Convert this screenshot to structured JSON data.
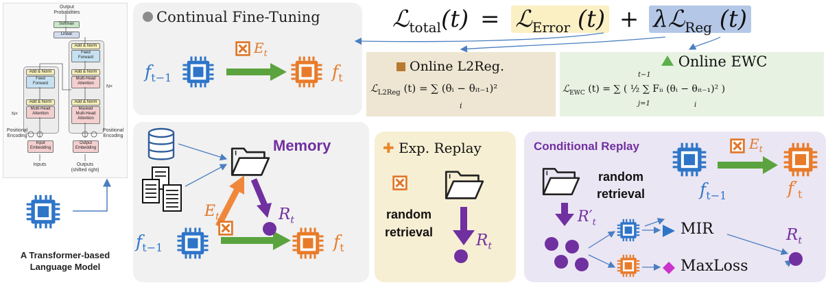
{
  "colors": {
    "panel_gray": "#f1f1f1",
    "panel_tan": "#eee6d2",
    "panel_green": "#e8f2e2",
    "panel_lilac": "#ebe6f3",
    "panel_yellow": "#f7efd3",
    "chip_blue": "#2e75c8",
    "chip_orange": "#e87b2a",
    "purple": "#7030a0",
    "arrow_green": "#5ba33e",
    "arrow_orange": "#f0883c",
    "link_blue": "#4a7ec0",
    "error_highlight": "#fbefc4",
    "reg_highlight": "#b4c7e7"
  },
  "transformer": {
    "output_probabilities": "Output\nProbabilities",
    "softmax": "Softmax",
    "linear": "Linear",
    "add_norm": "Add & Norm",
    "feed_forward": "Feed\nForward",
    "multi_head_attention": "Multi-Head\nAttention",
    "masked_multi_head_attention": "Masked\nMulti-Head\nAttention",
    "nx": "N×",
    "positional_encoding": "Positional\nEncoding",
    "input_embedding": "Input\nEmbedding",
    "output_embedding": "Output\nEmbedding",
    "inputs": "Inputs",
    "outputs": "Outputs\n(shifted right)",
    "caption": "A Transformer-based\nLanguage Model"
  },
  "continual": {
    "title": "Continual Fine-Tuning",
    "f_prev": "f",
    "f_prev_sub": "t−1",
    "f_next": "f",
    "f_next_sub": "t",
    "e": "E",
    "e_sub": "t"
  },
  "loss": {
    "total": "ℒ",
    "total_sub": "total",
    "t_arg": "(t)",
    "eq": "=",
    "error": "ℒ",
    "error_sub": "Error",
    "plus": "+",
    "lambda": "λℒ",
    "reg_sub": "Reg"
  },
  "l2reg": {
    "title": "Online L2Reg.",
    "lhs": "ℒ",
    "lhs_sub": "L2Reg",
    "rhs": "(t) = ∑ (θᵢ − θᵢₜ₋₁)²",
    "sum_index": "i"
  },
  "ewc": {
    "title": "Online EWC",
    "lhs": "ℒ",
    "lhs_sub": "EWC",
    "rhs": "(t) = ∑ ( ½ ∑ Fᵢᵢ (θᵢ − θᵢₜ₋₁)² )",
    "sum_top": "t−1",
    "sum_bottom": "j=1",
    "inner_index": "i"
  },
  "memory": {
    "title": "Memory",
    "e": "E",
    "e_sub": "t",
    "r": "R",
    "r_sub": "t",
    "f_prev": "f",
    "f_prev_sub": "t−1",
    "f_next": "f",
    "f_next_sub": "t"
  },
  "exp_replay": {
    "title": "Exp. Replay",
    "retrieval_line1": "random",
    "retrieval_line2": "retrieval",
    "r": "R",
    "r_sub": "t"
  },
  "conditional": {
    "title": "Conditional Replay",
    "retrieval_line1": "random",
    "retrieval_line2": "retrieval",
    "r_prime": "R′",
    "r_prime_sub": "t",
    "e": "E",
    "e_sub": "t",
    "f_prev": "f",
    "f_prev_sub": "t−1",
    "f_next": "f′",
    "f_next_sub": "t",
    "mir": "MIR",
    "maxloss": "MaxLoss",
    "r": "R",
    "r_sub": "t"
  }
}
